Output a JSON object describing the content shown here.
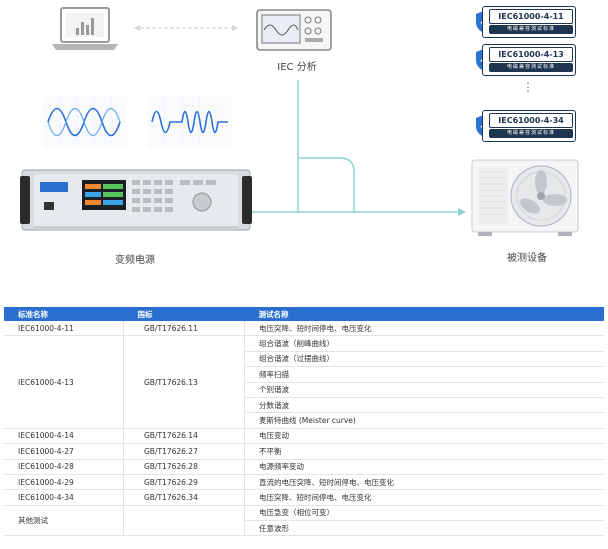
{
  "diagram": {
    "iec_label": "IEC 分析",
    "source_label": "变频电源",
    "device_label": "被测设备",
    "dots": "⋮",
    "badges": [
      {
        "code": "IEC61000-4-11",
        "subtitle": "电磁兼容测试标准"
      },
      {
        "code": "IEC61000-4-13",
        "subtitle": "电磁兼容测试标准"
      },
      {
        "code": "IEC61000-4-34",
        "subtitle": "电磁兼容测试标准"
      }
    ],
    "colors": {
      "accent": "#2a6fcf",
      "line": "#8fd3d0",
      "wave": "#2a72d6"
    }
  },
  "table": {
    "headers": [
      "标准名称",
      "国标",
      "测试名称"
    ],
    "rows": [
      {
        "std": "IEC61000-4-11",
        "gb": "GB/T17626.11",
        "tests": [
          "电压突降、短时间停电、电压变化"
        ]
      },
      {
        "std": "IEC61000-4-13",
        "gb": "GB/T17626.13",
        "tests": [
          "组合谐波（削峰曲线）",
          "组合谐波（过摆曲线）",
          "频率扫描",
          "个别谐波",
          "分数谐波",
          "麦斯特曲线 (Meister curve)"
        ]
      },
      {
        "std": "IEC61000-4-14",
        "gb": "GB/T17626.14",
        "tests": [
          "电压变动"
        ]
      },
      {
        "std": "IEC61000-4-27",
        "gb": "GB/T17626.27",
        "tests": [
          "不平衡"
        ]
      },
      {
        "std": "IEC61000-4-28",
        "gb": "GB/T17626.28",
        "tests": [
          "电源频率变动"
        ]
      },
      {
        "std": "IEC61000-4-29",
        "gb": "GB/T17626.29",
        "tests": [
          "直流的电压突降、短时间停电、电压变化"
        ]
      },
      {
        "std": "IEC61000-4-34",
        "gb": "GB/T17626.34",
        "tests": [
          "电压突降、短时间停电、电压变化"
        ]
      },
      {
        "std": "其他测试",
        "gb": "",
        "tests": [
          "电压急变（相位可变）",
          "任意波形"
        ]
      }
    ]
  }
}
